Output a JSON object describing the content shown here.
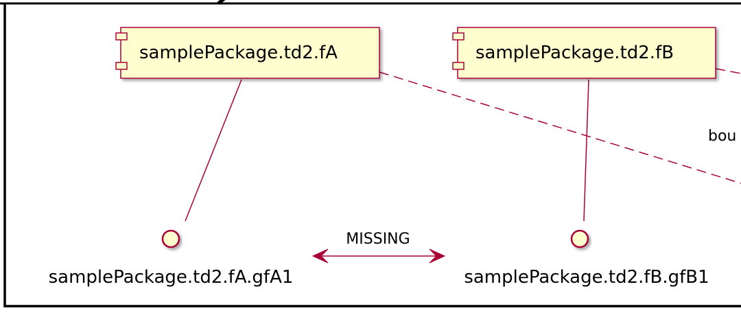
{
  "diagram": {
    "components": [
      {
        "id": "fA",
        "label": "samplePackage.td2.fA"
      },
      {
        "id": "fB",
        "label": "samplePackage.td2.fB"
      }
    ],
    "interfaces": [
      {
        "id": "gfA1",
        "label": "samplePackage.td2.fA.gfA1"
      },
      {
        "id": "gfB1",
        "label": "samplePackage.td2.fB.gfB1"
      }
    ],
    "relations": {
      "missing_label": "MISSING",
      "bound_label_partial": "bou"
    },
    "colors": {
      "component_fill": "#FEFECE",
      "border": "#A80036",
      "frame": "#000000",
      "text": "#000000"
    }
  }
}
